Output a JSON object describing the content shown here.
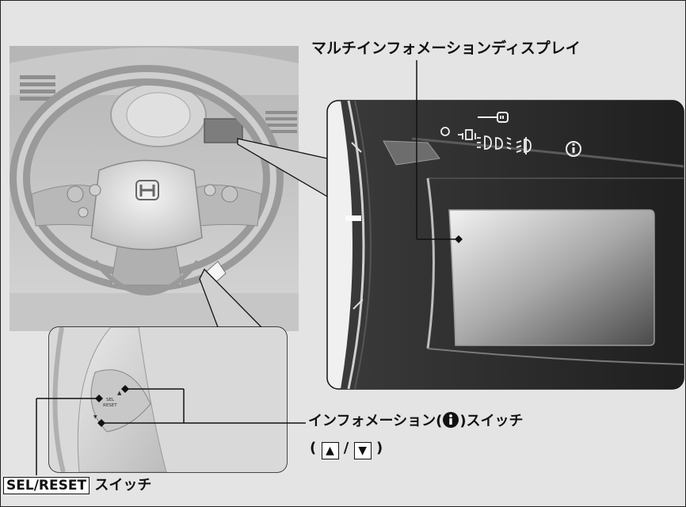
{
  "labels": {
    "multi_info_display": "マルチインフォメーションディスプレイ",
    "info_switch_prefix": "インフォメーション(",
    "info_switch_suffix": ")スイッチ",
    "arrows_open": "(",
    "arrow_up": "▲",
    "arrow_sep": "/",
    "arrow_down": "▼",
    "arrows_close": ")",
    "sel_reset_box": "SEL/RESET",
    "sel_reset_suffix": " スイッチ"
  },
  "switch_text": {
    "sel": "SEL",
    "reset": "RESET"
  },
  "icons": [
    "info-icon",
    "key-icon",
    "headlight-icon",
    "fog-light-icon",
    "tpms-icon",
    "honda-logo-icon"
  ]
}
